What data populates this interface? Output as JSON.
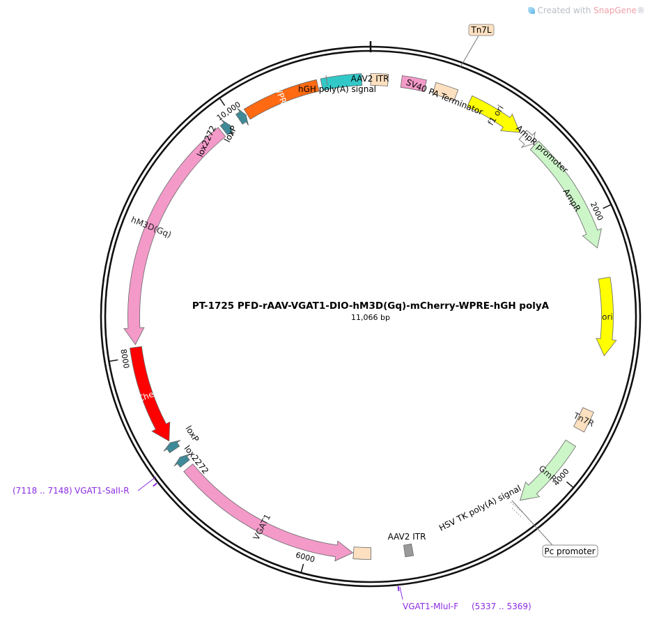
{
  "watermark": {
    "prefix": "Created with ",
    "brand": "SnapGene",
    "suffix": "®"
  },
  "plasmid": {
    "name": "PT-1725   PFD-rAAV-VGAT1-DIO-hM3D(Gq)-mCherry-WPRE-hGH polyA",
    "size_label": "11,066 bp",
    "length_bp": 11066
  },
  "ticks": [
    {
      "label": "2000",
      "bp": 2000
    },
    {
      "label": "4000",
      "bp": 4000
    },
    {
      "label": "6000",
      "bp": 6000
    },
    {
      "label": "8000",
      "bp": 8000
    },
    {
      "label": "10,000",
      "bp": 10000
    }
  ],
  "features": [
    {
      "name": "AAV2 ITR",
      "type": "box",
      "start": 0,
      "end": 130,
      "color": "#fde0c0"
    },
    {
      "name": "SV40 PA Terminator",
      "type": "box",
      "start": 230,
      "end": 410,
      "color": "#f39ac9"
    },
    {
      "name": "Tn7L",
      "type": "box",
      "start": 480,
      "end": 650,
      "color": "#fde0c0"
    },
    {
      "name": "f1 ori",
      "type": "arrow",
      "start": 760,
      "end": 1200,
      "color": "#ffff00"
    },
    {
      "name": "AmpR promoter",
      "type": "arrow",
      "start": 1230,
      "end": 1330,
      "color": "#ffffff"
    },
    {
      "name": "AmpR",
      "type": "arrow",
      "start": 1345,
      "end": 2250,
      "color": "#ccf5c8"
    },
    {
      "name": "ori",
      "type": "arrow",
      "start": 2480,
      "end": 3060,
      "color": "#ffff00"
    },
    {
      "name": "Tn7R",
      "type": "box",
      "start": 3480,
      "end": 3640,
      "color": "#fde0c0"
    },
    {
      "name": "GmR",
      "type": "arrow",
      "start": 3760,
      "end": 4330,
      "color": "#ccf5c8"
    },
    {
      "name": "HSV TK poly(A) signal",
      "type": "box",
      "start": 5220,
      "end": 5280,
      "color": "#9a9a9a"
    },
    {
      "name": "AAV2 ITR",
      "type": "box",
      "start": 5530,
      "end": 5660,
      "color": "#fde0c0"
    },
    {
      "name": "VGAT1",
      "type": "arrow",
      "start": 7080,
      "end": 5665,
      "color": "#f39ac9"
    },
    {
      "name": "lox2272",
      "type": "arrow",
      "start": 7120,
      "end": 7180,
      "color": "#3f8a98"
    },
    {
      "name": "loxP",
      "type": "arrow",
      "start": 7250,
      "end": 7310,
      "color": "#3f8a98"
    },
    {
      "name": "mCherry",
      "type": "arrow",
      "start": 8070,
      "end": 7325,
      "color": "#ff0000"
    },
    {
      "name": "hM3D(Gq)",
      "type": "arrow",
      "start": 9870,
      "end": 8090,
      "color": "#f39ac9"
    },
    {
      "name": "lox2272",
      "type": "arrow",
      "start": 9890,
      "end": 9950,
      "color": "#3f8a98"
    },
    {
      "name": "loxP",
      "type": "arrow",
      "start": 10030,
      "end": 10090,
      "color": "#3f8a98"
    },
    {
      "name": "WPRE",
      "type": "box",
      "start": 10100,
      "end": 10670,
      "color": "#ff6a13"
    },
    {
      "name": "hGH poly(A) signal",
      "type": "box",
      "start": 10700,
      "end": 11000,
      "color": "#33c8c8"
    }
  ],
  "primers": [
    {
      "name": "VGAT1-SalI-R",
      "range": "(7118 .. 7148)",
      "bp": 7133,
      "color": "#8a2be2"
    },
    {
      "name": "VGAT1-MluI-F",
      "range": "(5337 .. 5369)",
      "bp": 5353,
      "color": "#8a2be2"
    }
  ],
  "annotations": {
    "pc_promoter": "Pc promoter"
  }
}
